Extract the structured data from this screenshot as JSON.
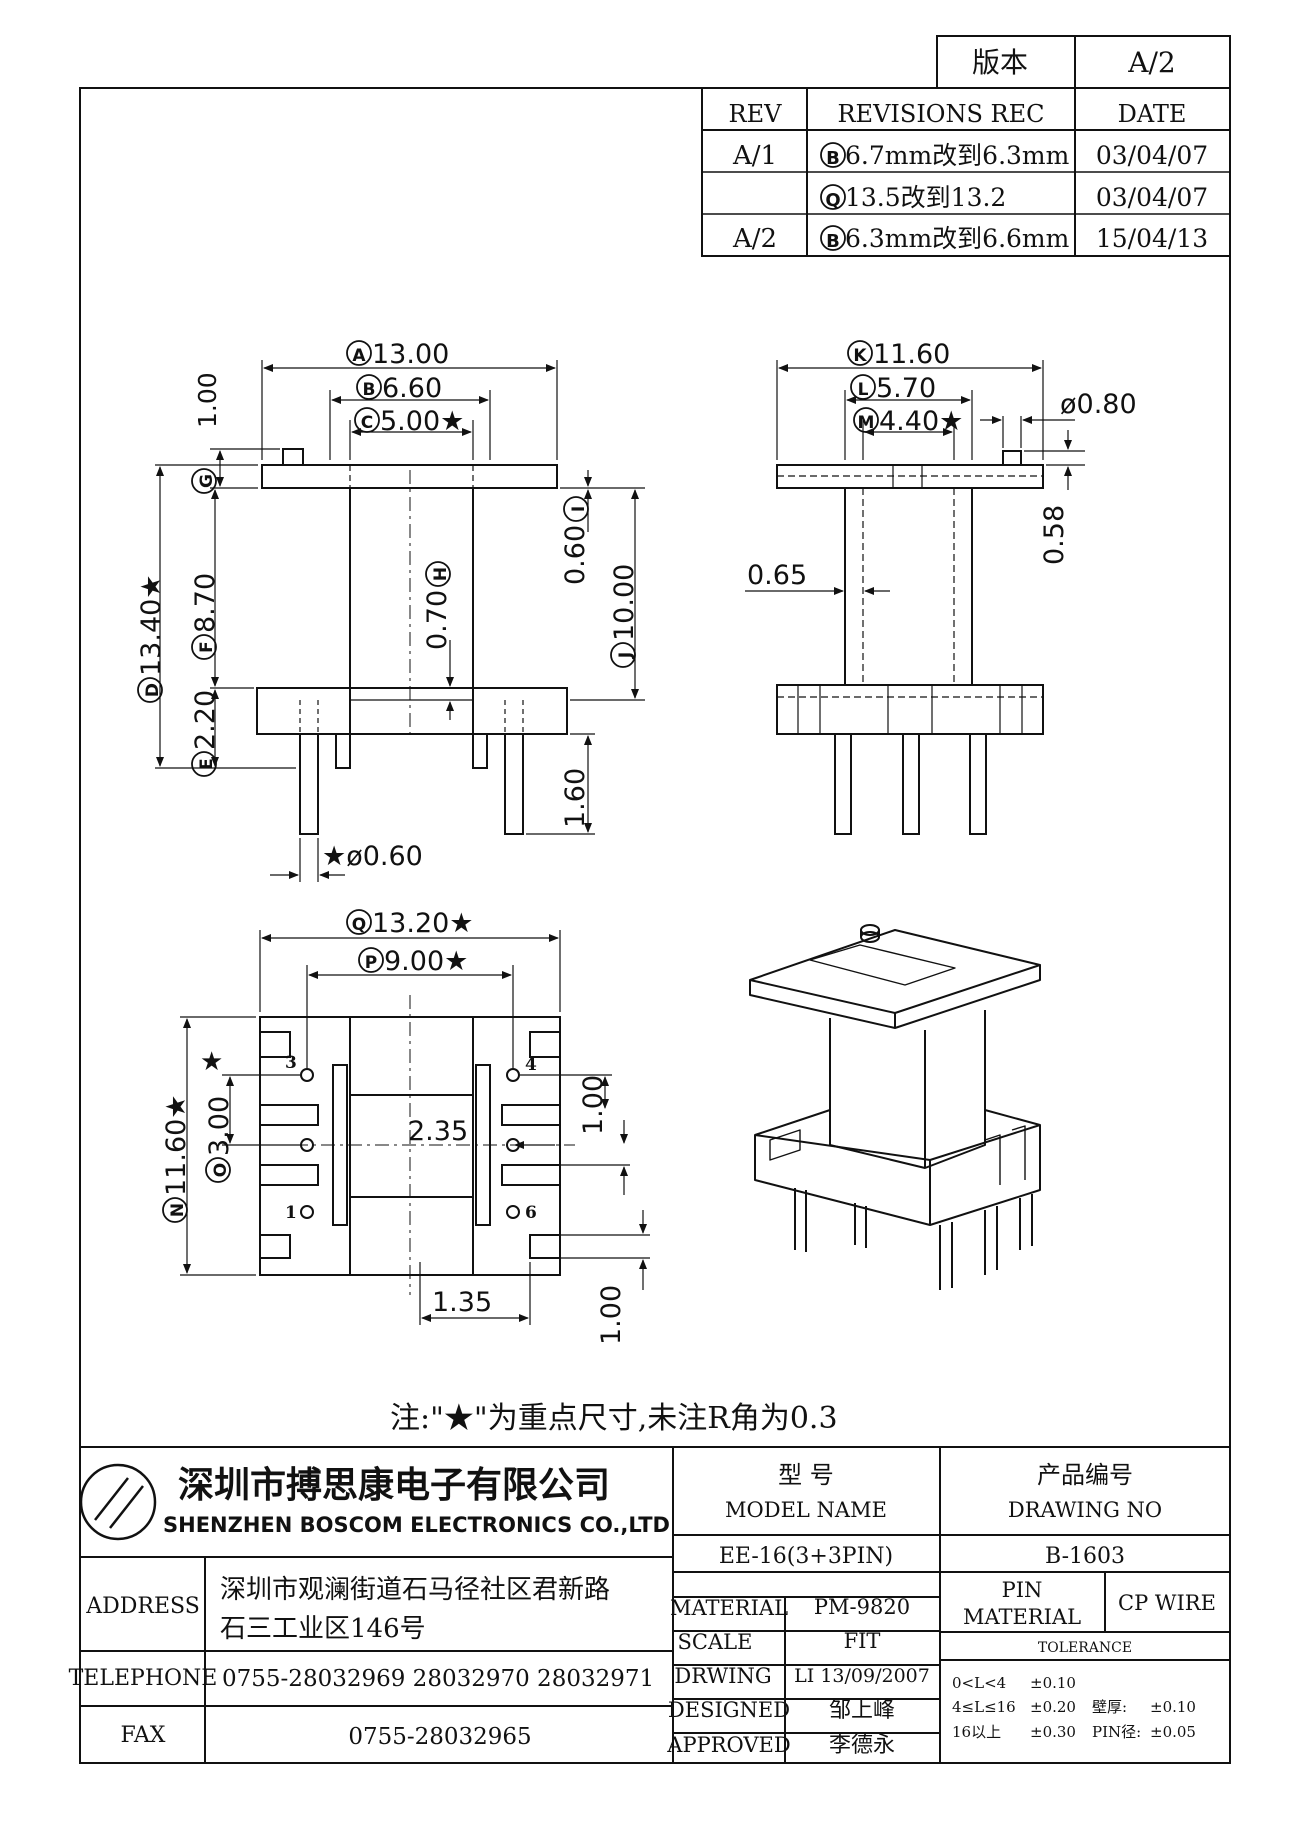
{
  "version_box": {
    "label": "版本",
    "value": "A/2"
  },
  "revisions": {
    "headers": [
      "REV",
      "REVISIONS REC",
      "DATE"
    ],
    "rows": [
      {
        "rev": "A/1",
        "mark": "B",
        "text": " 6.7mm改到6.3mm",
        "date": "03/04/07"
      },
      {
        "rev": "",
        "mark": "Q",
        "text": "13.5改到13.2",
        "date": "03/04/07"
      },
      {
        "rev": "A/2",
        "mark": "B",
        "text": " 6.3mm改到6.6mm",
        "date": "15/04/13"
      }
    ]
  },
  "front_view": {
    "dimA": "13.00",
    "dimB": "6.60",
    "dimC": "5.00★",
    "dim_top": "1.00",
    "dimD": "13.40★",
    "dimF": "8.70",
    "dimE": "2.20",
    "dimH": "0.70",
    "dimI": "0.60",
    "dimJ": "10.00",
    "dim_pin": "1.60",
    "dim_dia": "★ø0.60",
    "markA": "A",
    "markB": "B",
    "markC": "C",
    "markD": "D",
    "markE": "E",
    "markF": "F",
    "markG": "G",
    "markH": "H",
    "markI": "I",
    "markJ": "J"
  },
  "side_view": {
    "dimK": "11.60",
    "dimL": "5.70",
    "dimM": "4.40★",
    "dim_dia": "ø0.80",
    "dim_058": "0.58",
    "dim_065": "0.65",
    "markK": "K",
    "markL": "L",
    "markM": "M"
  },
  "bottom_view": {
    "dimQ": "13.20★",
    "dimP": "9.00★",
    "dimN": "11.60★",
    "dimO": "3.00",
    "star": "★",
    "dim_235": "2.35",
    "dim_100a": "1.00",
    "dim_135": "1.35",
    "dim_100b": "1.00",
    "markQ": "Q",
    "markP": "P",
    "markN": "N",
    "markO": "O",
    "pins": [
      "3",
      "4",
      "1",
      "6"
    ]
  },
  "note": "注:\"★\"为重点尺寸,未注R角为0.3",
  "company": {
    "name_cn": "深圳市搏思康电子有限公司",
    "name_en": "SHENZHEN BOSCOM ELECTRONICS CO.,LTD"
  },
  "info": {
    "address_label": "ADDRESS",
    "address_line1": "深圳市观澜街道石马径社区君新路",
    "address_line2": "石三工业区146号",
    "telephone_label": "TELEPHONE",
    "telephone": "0755-28032969 28032970 28032971",
    "fax_label": "FAX",
    "fax": "0755-28032965"
  },
  "model": {
    "label_cn": "型 号",
    "label_en": "MODEL NAME",
    "value": "EE-16(3+3PIN)",
    "drawing_cn": "产品编号",
    "drawing_en": "DRAWING NO",
    "drawing_value": "B-1603"
  },
  "specs": [
    {
      "label": "MATERIAL",
      "value": "PM-9820"
    },
    {
      "label": "SCALE",
      "value": "FIT"
    },
    {
      "label": "DRWING",
      "value": "LI 13/09/2007"
    },
    {
      "label": "DESIGNED",
      "value": "邹上峰"
    },
    {
      "label": "APPROVED",
      "value": "李德永"
    }
  ],
  "pin": {
    "label1": "PIN",
    "label2": "MATERIAL",
    "value": "CP WIRE"
  },
  "tolerance": {
    "title": "TOLERANCE",
    "rows": [
      {
        "range": "0<L<4",
        "tol": "±0.10",
        "extra_label": "",
        "extra": ""
      },
      {
        "range": "4≤L≤16",
        "tol": "±0.20",
        "extra_label": "壁厚:",
        "extra": "±0.10"
      },
      {
        "range": "16以上",
        "tol": "±0.30",
        "extra_label": "PIN径:",
        "extra": "±0.05"
      }
    ]
  }
}
